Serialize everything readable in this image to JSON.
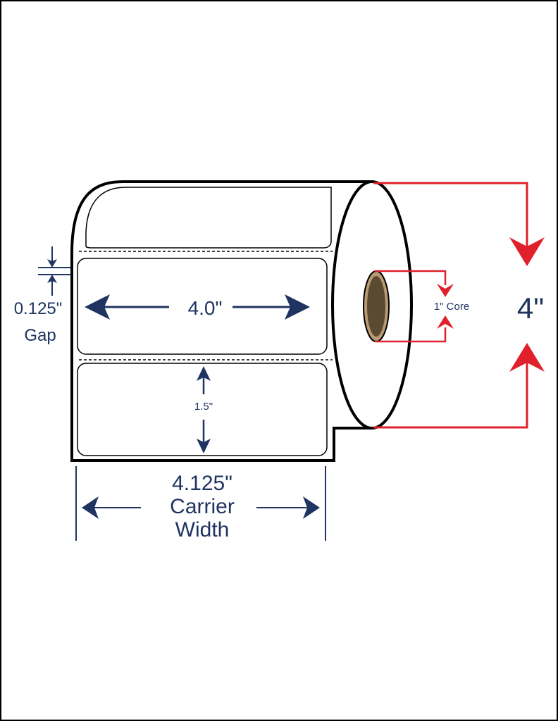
{
  "labels": {
    "label_width": "4.0\"",
    "label_height": "1.5\"",
    "gap_value": "0.125\"",
    "gap_word": "Gap",
    "carrier_value": "4.125\"",
    "carrier_word1": "Carrier",
    "carrier_word2": "Width",
    "core": "1\" Core",
    "roll_diameter": "4\""
  },
  "colors": {
    "dimension": "#1f3460",
    "highlight": "#e0202a",
    "outline": "#000000",
    "core_fill": "#5a4a32",
    "core_ring": "#b89a72"
  }
}
